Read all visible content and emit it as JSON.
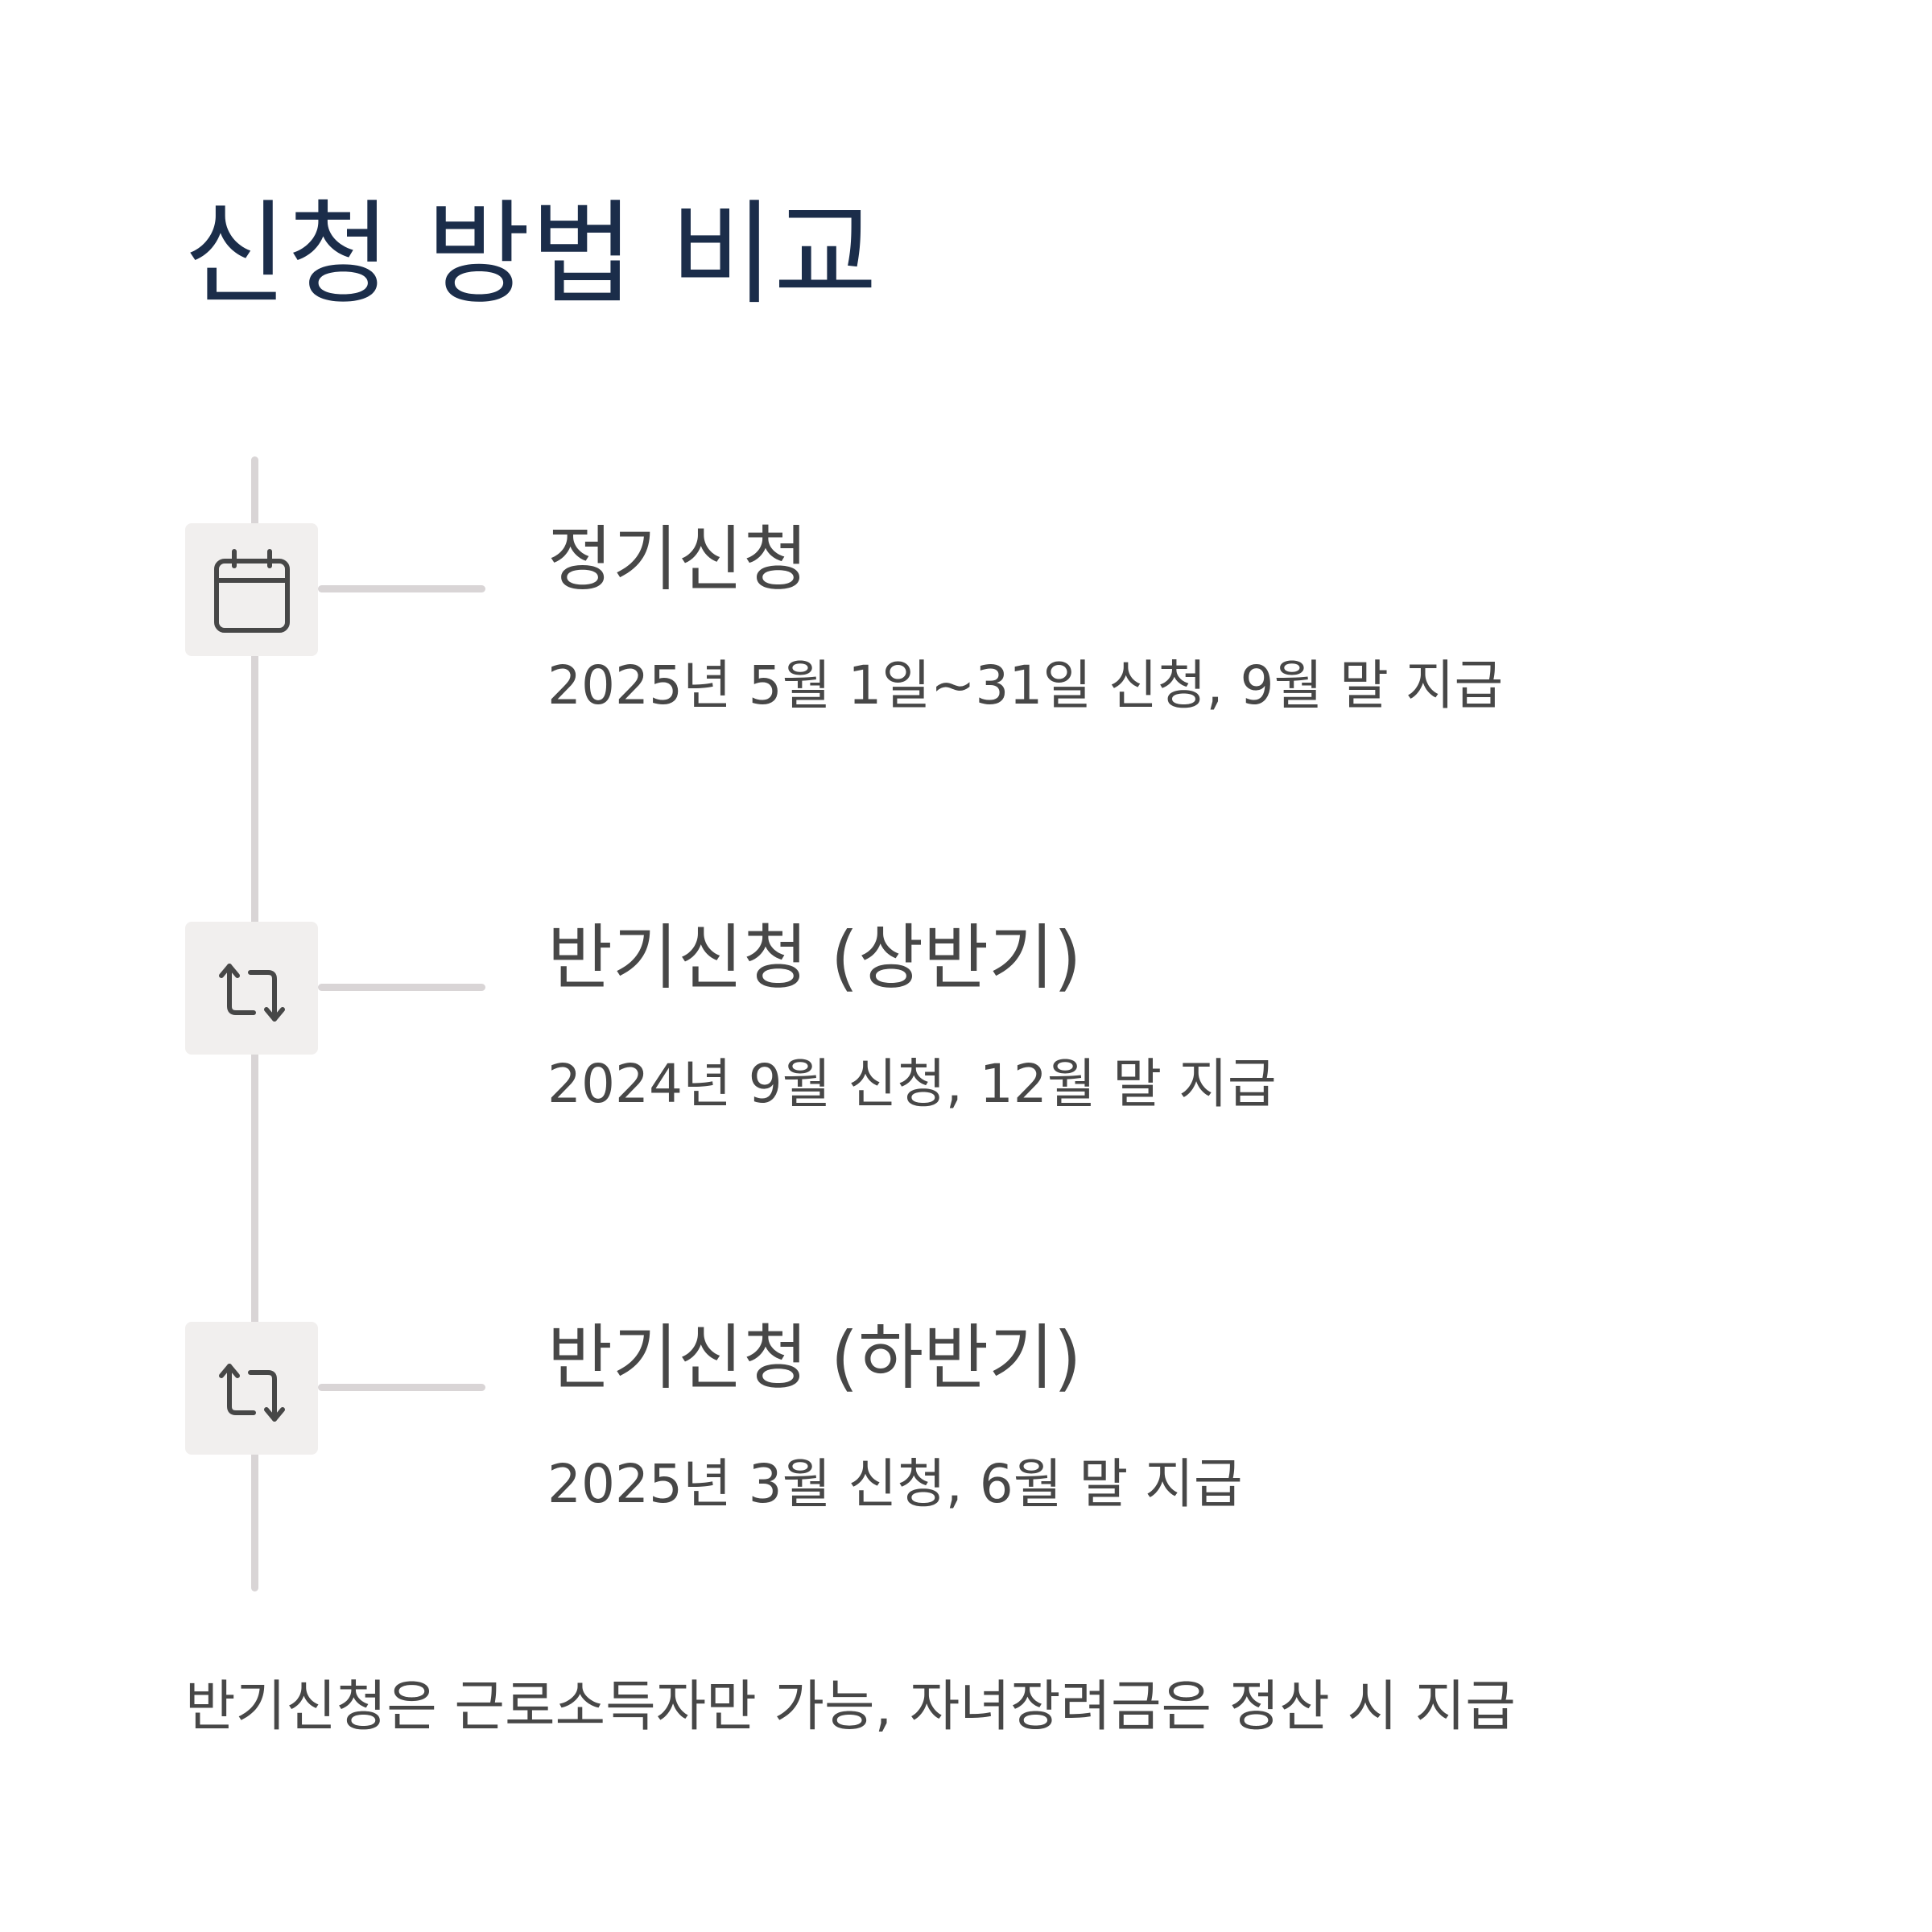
{
  "title": "신청 방법 비교",
  "colors": {
    "title": "#1b2d4a",
    "text": "#474747",
    "line": "#d9d5d6",
    "icon_box": "#f1efee"
  },
  "items": [
    {
      "icon": "calendar-icon",
      "title": "정기신청",
      "description": "2025년 5월 1일~31일 신청, 9월 말 지급"
    },
    {
      "icon": "repeat-icon",
      "title": "반기신청 (상반기)",
      "description": "2024년 9월 신청, 12월 말 지급"
    },
    {
      "icon": "repeat-icon",
      "title": "반기신청 (하반기)",
      "description": "2025년 3월 신청, 6월 말 지급"
    }
  ],
  "footnote": "반기신청은 근로소득자만 가능, 자녀장려금은 정산 시 지급"
}
